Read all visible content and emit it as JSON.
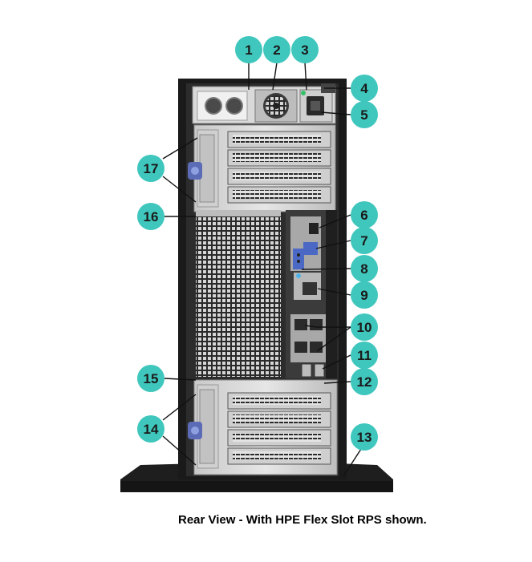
{
  "caption": "Rear View - With HPE Flex Slot RPS shown.",
  "accent_color": "#3fc7bd",
  "callouts": [
    "1",
    "2",
    "3",
    "4",
    "5",
    "6",
    "7",
    "8",
    "9",
    "10",
    "11",
    "12",
    "13",
    "14",
    "15",
    "16",
    "17"
  ]
}
